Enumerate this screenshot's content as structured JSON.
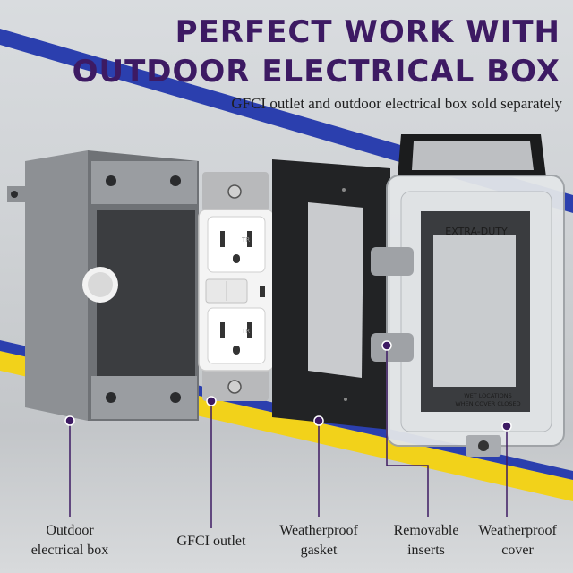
{
  "headline": {
    "line1": "PERFECT WORK WITH",
    "line2": "OUTDOOR ELECTRICAL BOX"
  },
  "subline": "GFCI outlet and outdoor electrical box sold separately",
  "cover_labels": {
    "brand": "EXTRA-DUTY",
    "warning_line1": "WET LOCATIONS",
    "warning_line2": "WHEN COVER CLOSED"
  },
  "outlet_marks": {
    "top": "TR",
    "bottom": "TR"
  },
  "callouts": [
    {
      "line1": "Outdoor",
      "line2": "electrical box"
    },
    {
      "line1": "GFCI outlet",
      "line2": ""
    },
    {
      "line1": "Weatherproof",
      "line2": "gasket"
    },
    {
      "line1": "Removable",
      "line2": "inserts"
    },
    {
      "line1": "Weatherproof",
      "line2": "cover"
    }
  ],
  "colors": {
    "accent": "#3d1a63",
    "stripe_blue": "#2b3fae",
    "stripe_yellow": "#f2d21a",
    "box_gray": "#7b7e82",
    "gasket_black": "#222325"
  }
}
